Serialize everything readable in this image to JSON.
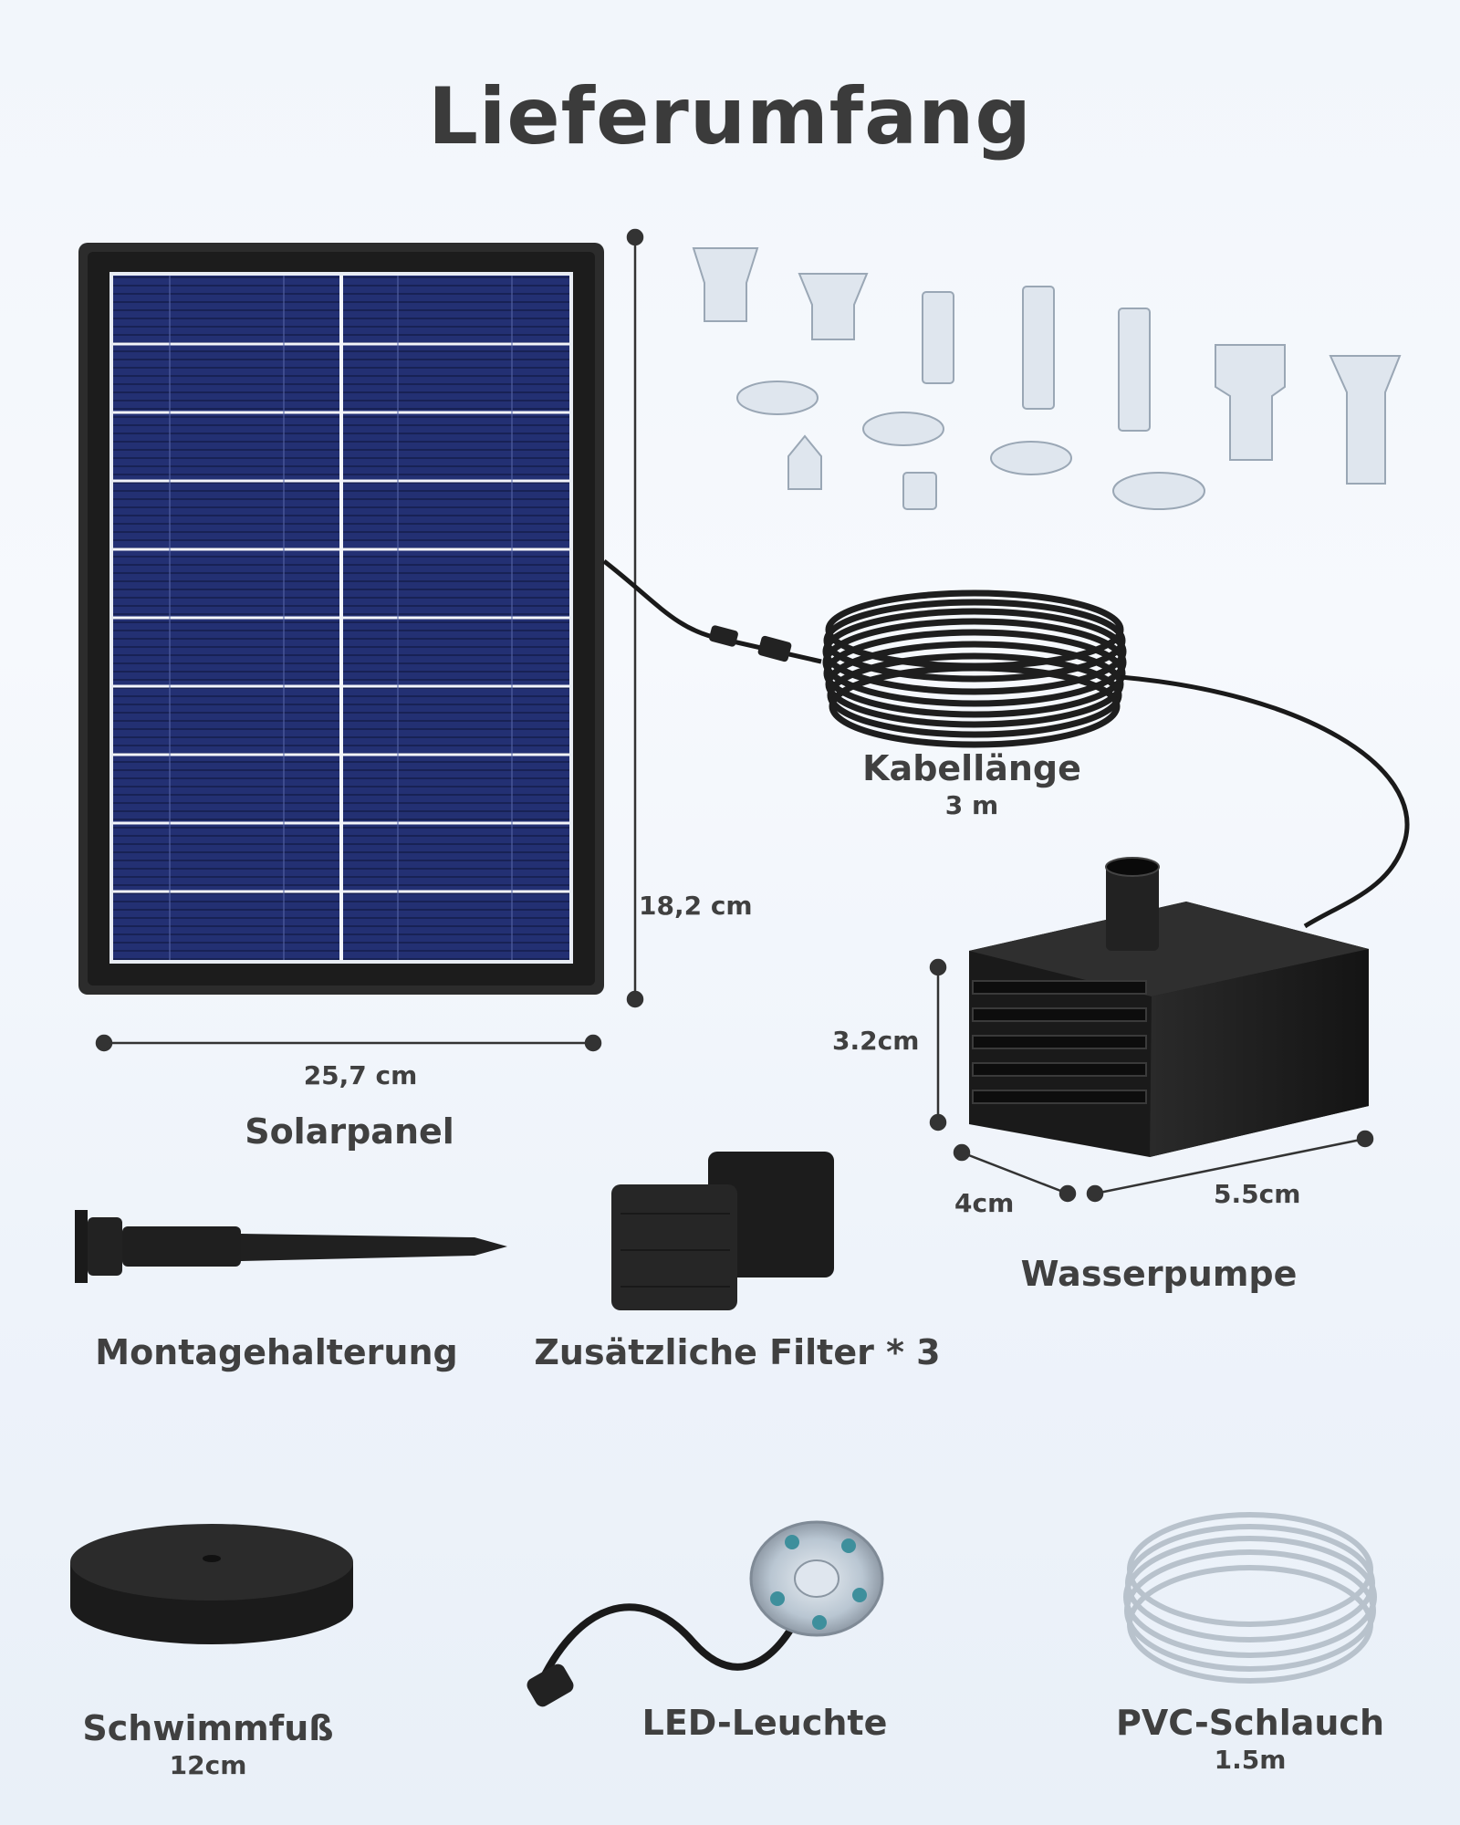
{
  "title": "Lieferumfang",
  "solar": {
    "name": "Solarpanel",
    "height_label": "18,2 cm",
    "width_label": "25,7 cm"
  },
  "cable": {
    "name": "Kabellänge",
    "length": "3 m"
  },
  "pump": {
    "name": "Wasserpumpe",
    "height": "3.2cm",
    "depth": "4cm",
    "width": "5.5cm"
  },
  "mount": {
    "name": "Montagehalterung"
  },
  "filters": {
    "name": "Zusätzliche Filter * 3"
  },
  "float": {
    "name": "Schwimmfuß",
    "size": "12cm"
  },
  "led": {
    "name": "LED-Leuchte"
  },
  "hose": {
    "name": "PVC-Schlauch",
    "length": "1.5m"
  },
  "colors": {
    "panel_blue": "#1f2a66",
    "frame": "#2b2b2b",
    "dimension_line": "#333333"
  }
}
